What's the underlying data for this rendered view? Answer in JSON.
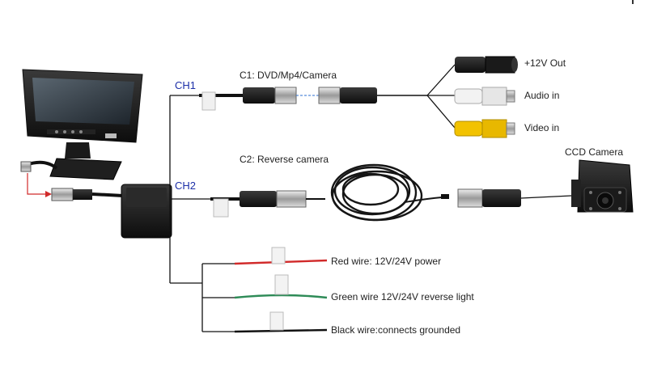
{
  "channels": {
    "ch1": "CH1",
    "ch2": "CH2"
  },
  "titles": {
    "c1": "C1: DVD/Mp4/Camera",
    "c2": "C2: Reverse camera",
    "camera": "CCD Camera"
  },
  "outputs": {
    "power": "+12V Out",
    "audio": "Audio in",
    "video": "Video in"
  },
  "wires": {
    "red": "Red wire:  12V/24V power",
    "green": "Green wire   12V/24V reverse light",
    "black": "Black wire:connects grounded"
  },
  "colors": {
    "channel_label": "#1c2fa8",
    "red_wire": "#d12a2a",
    "green_wire": "#2e8b57",
    "black_wire": "#111111",
    "rca_white": "#f2f2f2",
    "rca_red": "#c9201f",
    "rca_yellow": "#f2c200"
  }
}
